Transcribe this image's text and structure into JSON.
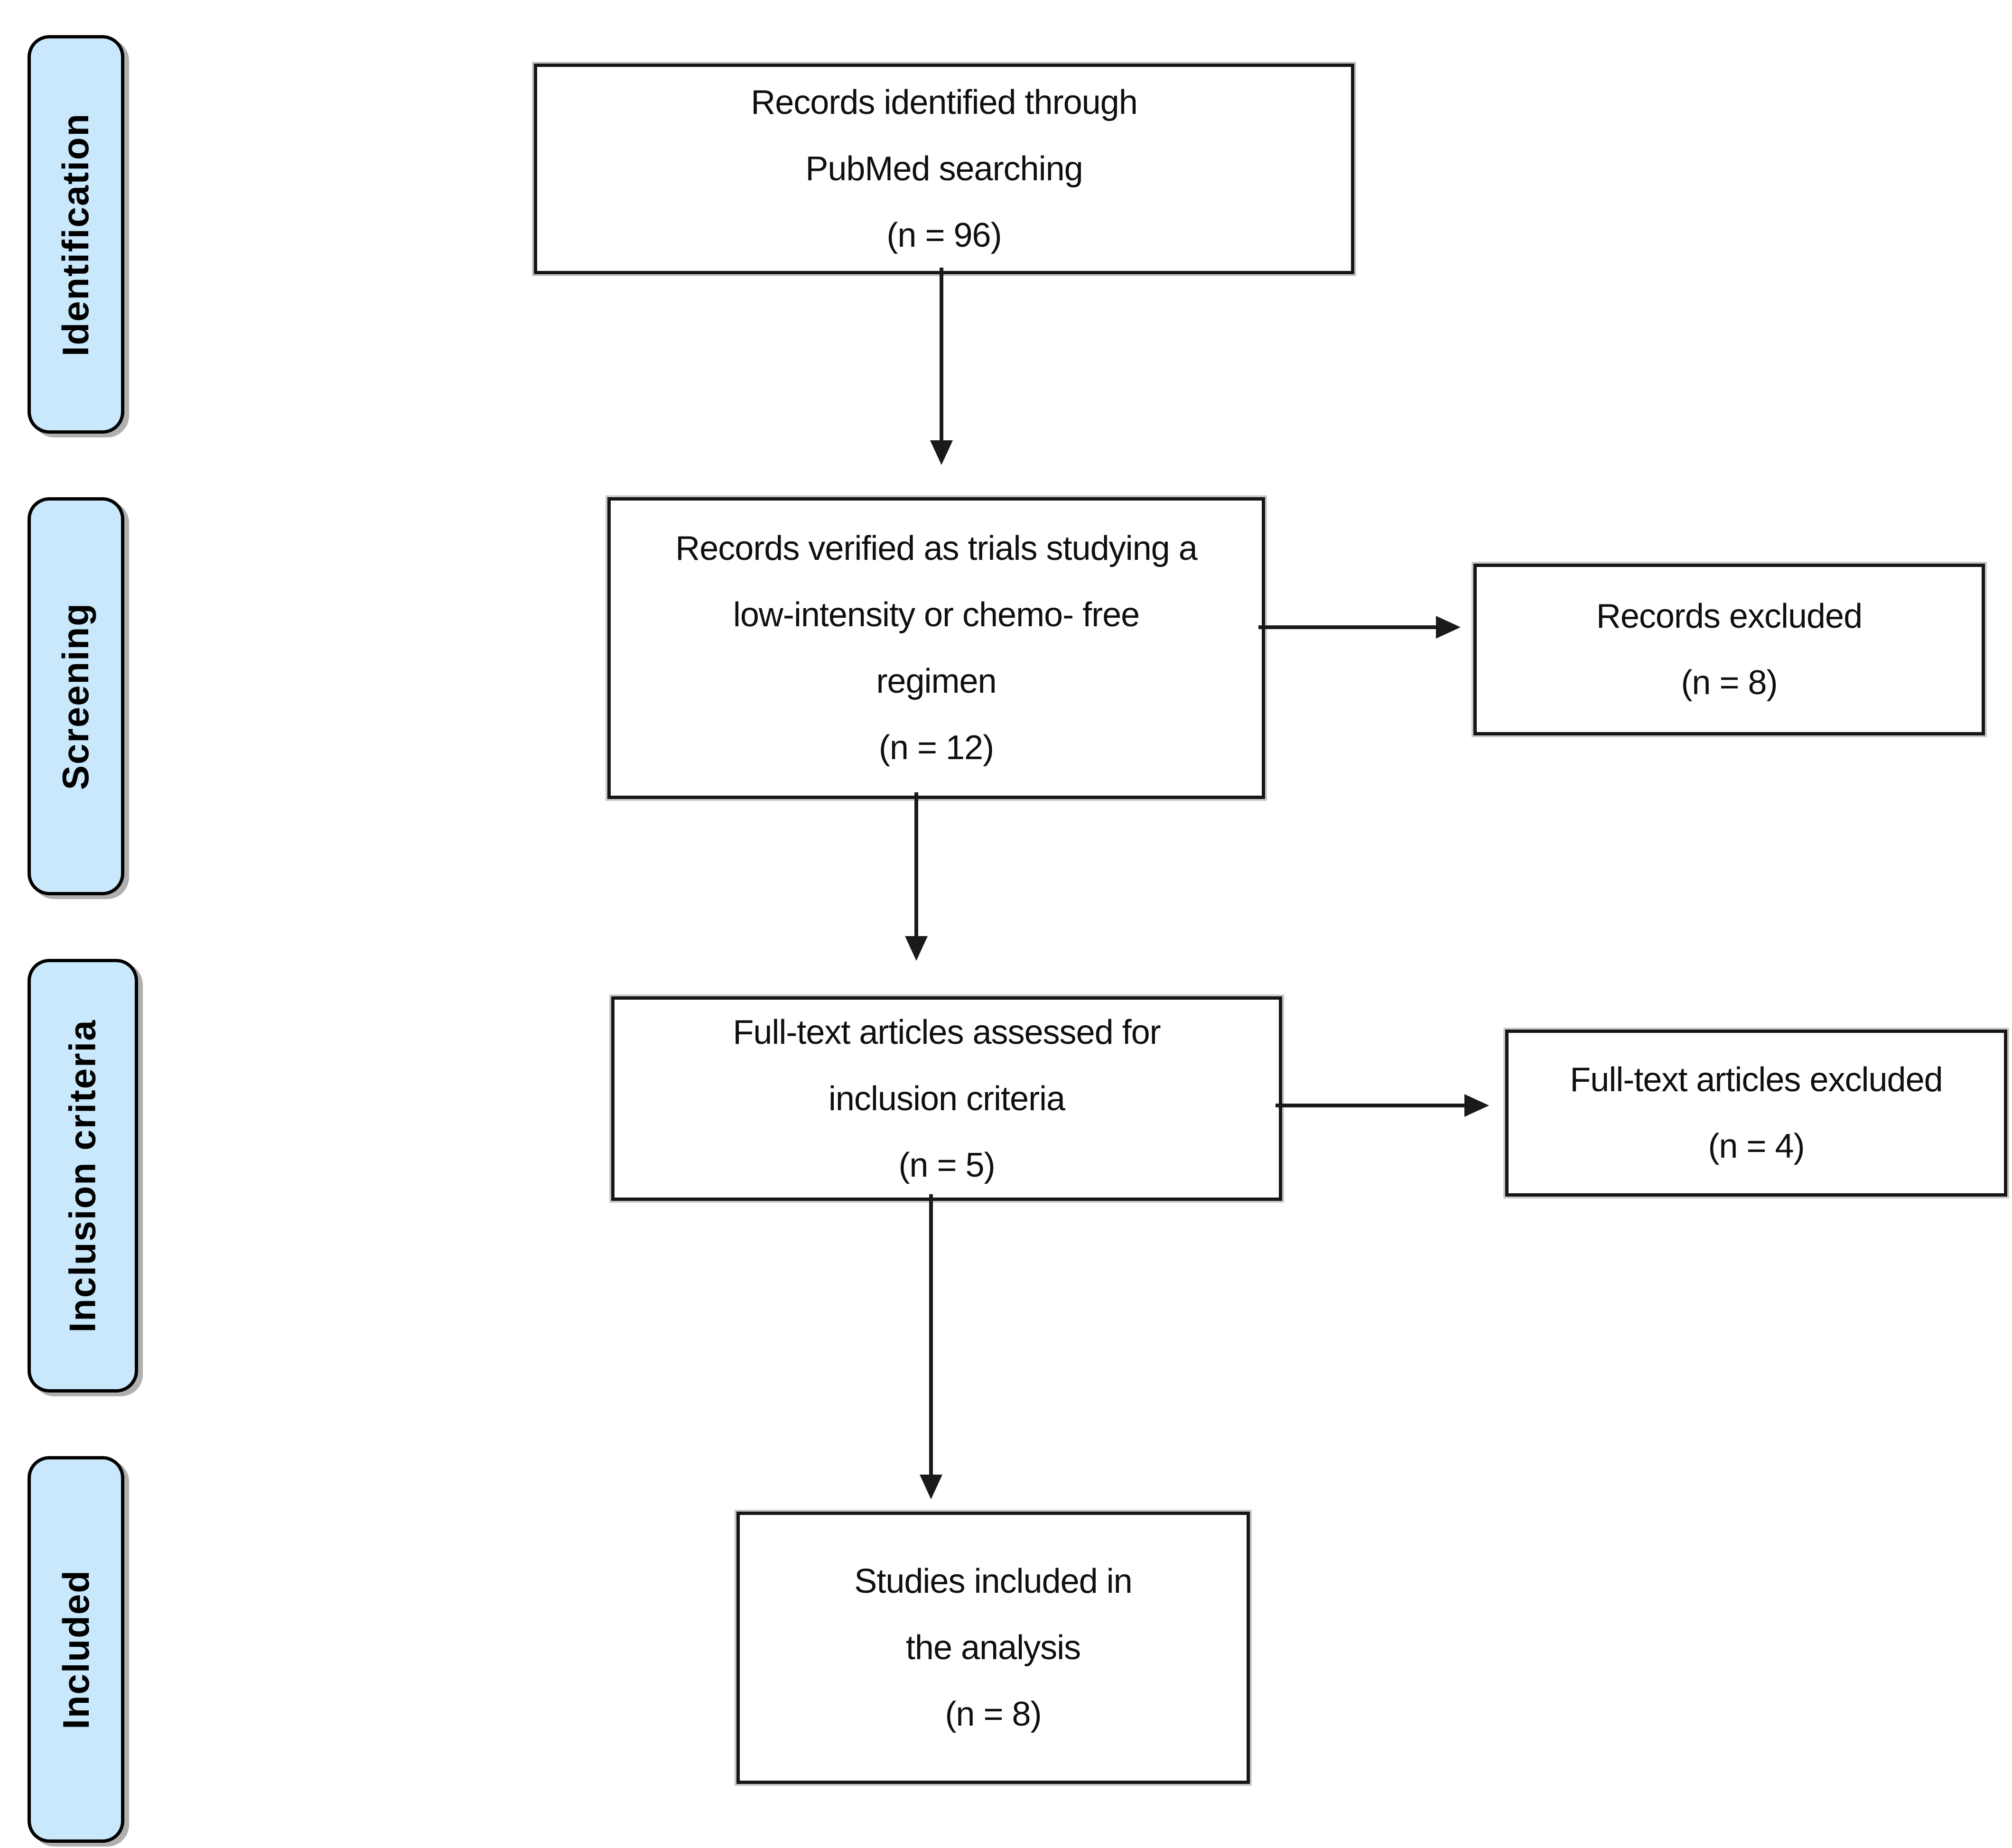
{
  "stages": [
    {
      "id": "identification",
      "label": "Identification"
    },
    {
      "id": "screening",
      "label": "Screening"
    },
    {
      "id": "inclusion-criteria",
      "label": "Inclusion criteria"
    },
    {
      "id": "included",
      "label": "Included"
    }
  ],
  "flow": {
    "identified": {
      "lines": [
        "Records identified through",
        "PubMed searching",
        "(n = 96)"
      ]
    },
    "verified": {
      "lines": [
        "Records verified as trials studying a",
        "low-intensity or chemo- free",
        "regimen",
        "(n = 12)"
      ]
    },
    "records_excluded": {
      "lines": [
        "Records excluded",
        "(n = 8)"
      ]
    },
    "fulltext_assessed": {
      "lines": [
        "Full-text articles assessed for",
        "inclusion criteria",
        "(n = 5)"
      ]
    },
    "fulltext_excluded": {
      "lines": [
        "Full-text articles excluded",
        "(n = 4)"
      ]
    },
    "studies_included": {
      "lines": [
        "Studies included in",
        "the analysis",
        "(n = 8)"
      ]
    }
  },
  "colors": {
    "stage_fill": "#c9e8fb",
    "box_fill": "#ffffff",
    "line_color": "#1a1a1a",
    "shadow": "#b0b0b0"
  }
}
